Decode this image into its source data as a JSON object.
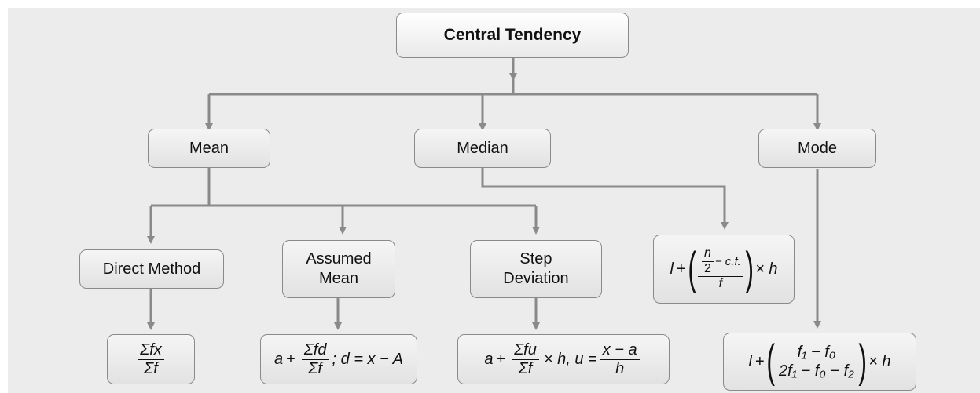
{
  "root": {
    "label": "Central Tendency"
  },
  "branches": {
    "mean": "Mean",
    "median": "Median",
    "mode": "Mode"
  },
  "methods": {
    "direct": "Direct Method",
    "assumed": "Assumed\nMean",
    "step": "Step\nDeviation"
  },
  "formulas": {
    "direct": {
      "num": "Σfx",
      "den": "Σf"
    },
    "assumed": {
      "a": "a",
      "plus": "+",
      "num": "Σfd",
      "den": "Σf",
      "tail": "; d = x − A"
    },
    "step": {
      "a": "a",
      "plus": "+",
      "num": "Σfu",
      "den": "Σf",
      "mid": "× h, u =",
      "num2": "x − a",
      "den2": "h"
    },
    "median": {
      "l": "l",
      "plus": "+",
      "n": "n",
      "two": "2",
      "cf": "− c.f.",
      "f": "f",
      "times": "× h"
    },
    "mode": {
      "l": "l",
      "plus": "+",
      "num": "f₁ − f₀",
      "den": "2f₁ − f₀ − f₂",
      "times": "× h"
    }
  },
  "colors": {
    "panel": "#ececec",
    "wire": "#8a8a8a",
    "box_border": "#8a8a8a"
  }
}
